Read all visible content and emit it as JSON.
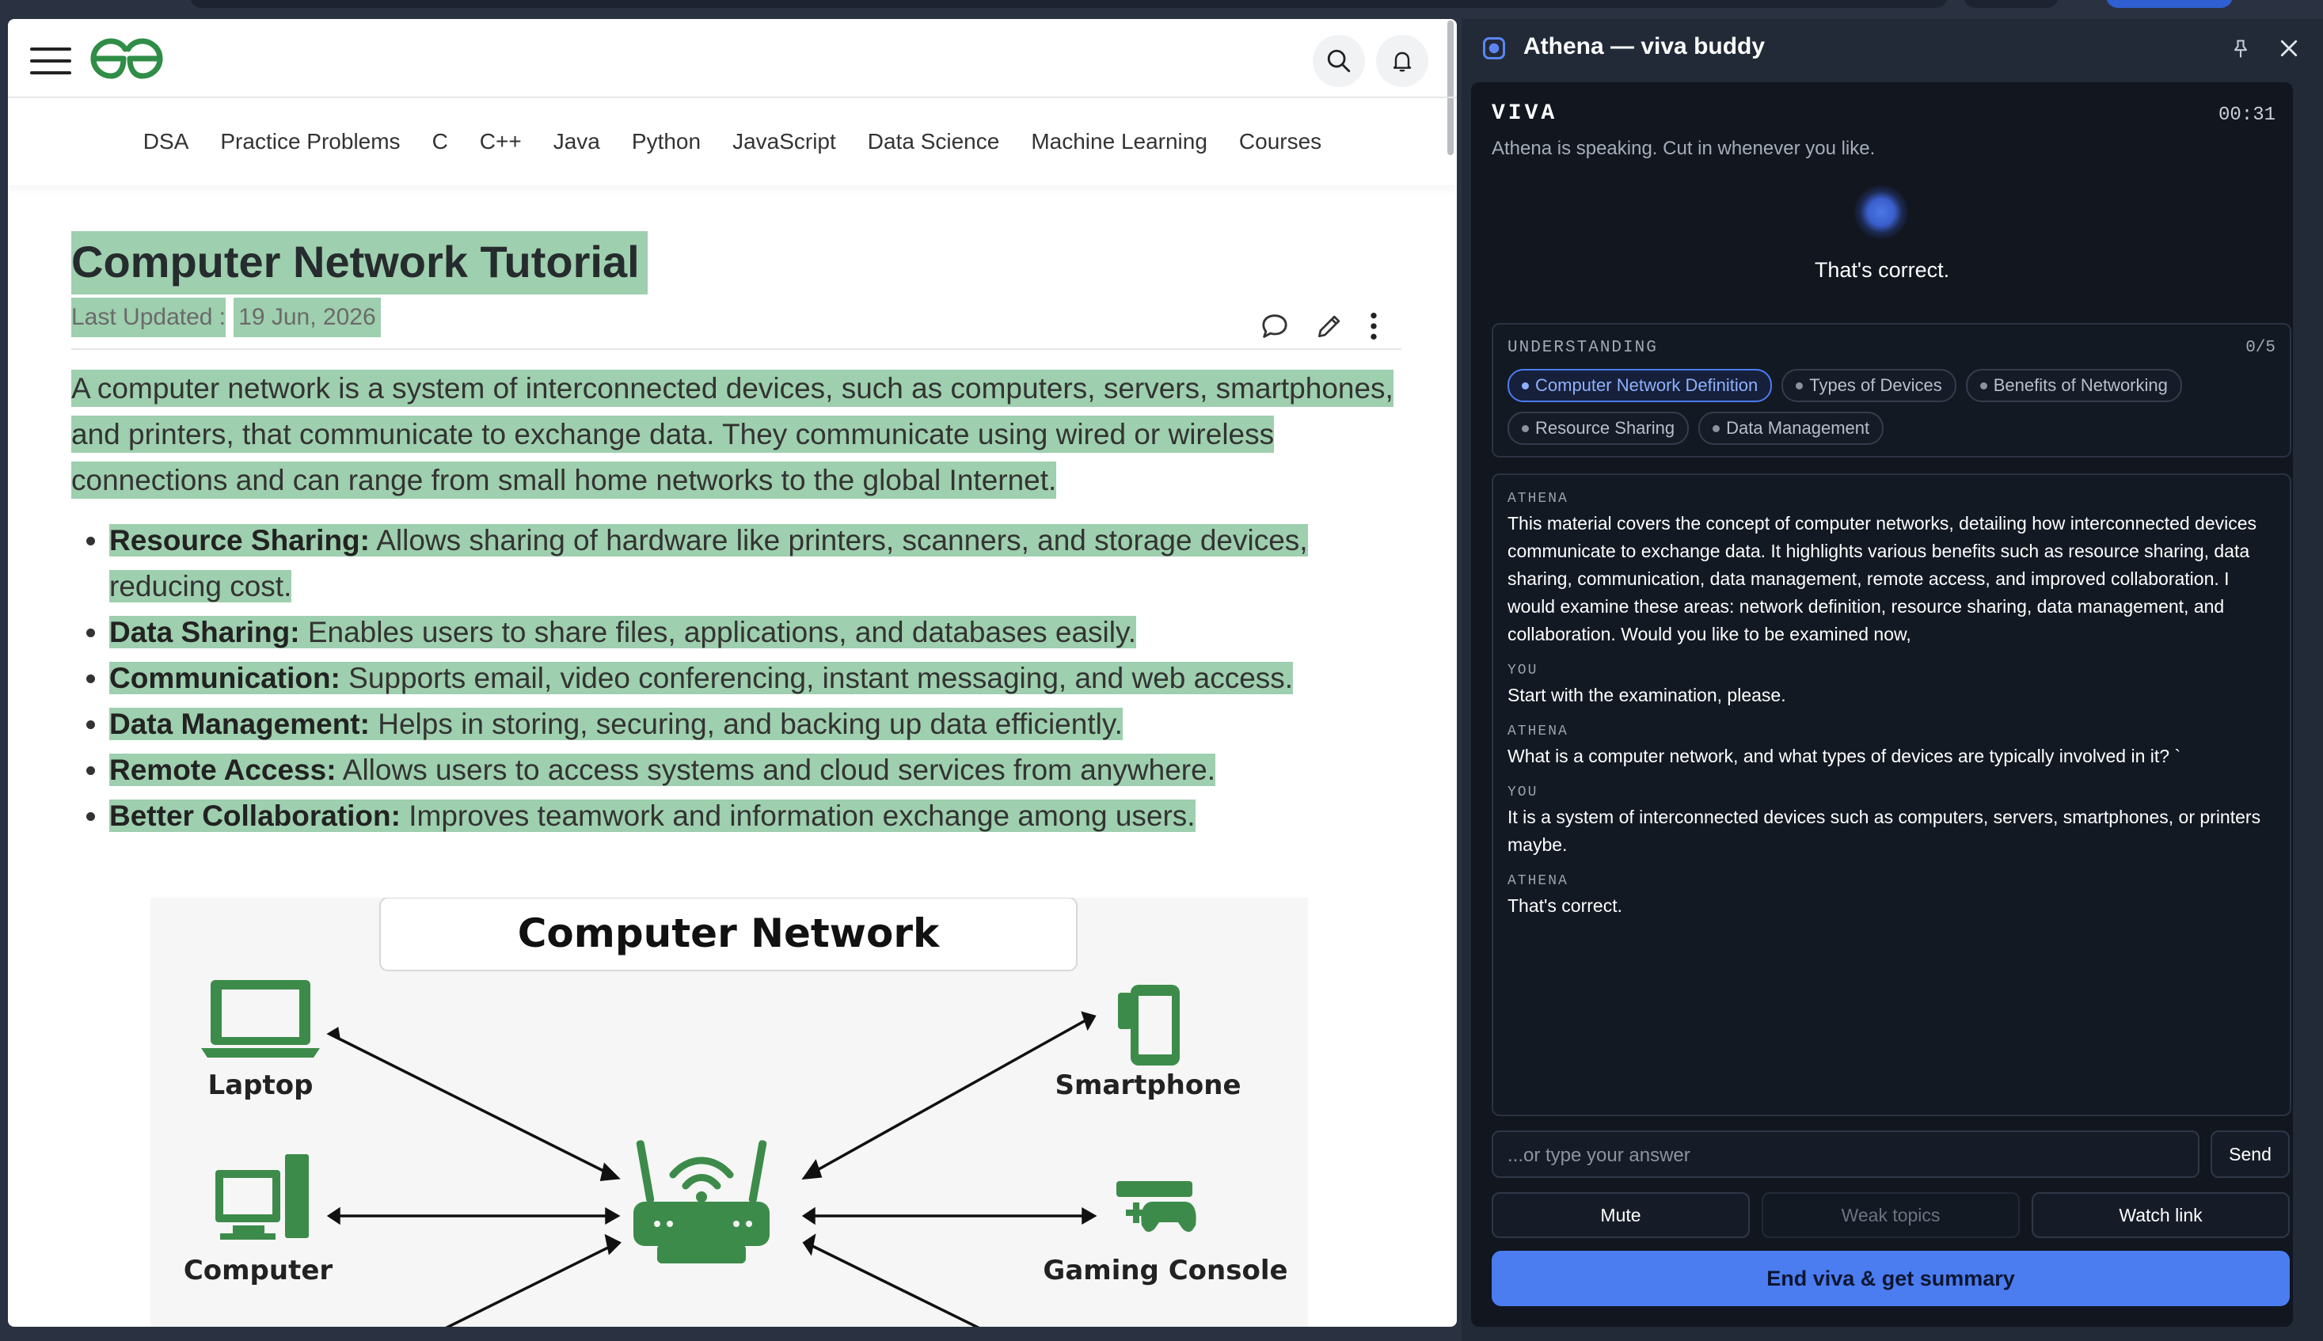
{
  "site": {
    "nav": [
      "DSA",
      "Practice Problems",
      "C",
      "C++",
      "Java",
      "Python",
      "JavaScript",
      "Data Science",
      "Machine Learning",
      "Courses"
    ]
  },
  "article": {
    "title": "Computer Network Tutorial",
    "updated_label": "Last Updated :",
    "updated_date": "19 Jun, 2026",
    "intro_lines": [
      "A computer network is a system of interconnected devices, such as computers, servers, smartphones,",
      "and printers, that communicate to exchange data. They communicate using wired or wireless",
      "connections and can range from small home networks to the global Internet."
    ],
    "bullets": [
      {
        "term": "Resource Sharing:",
        "line1": " Allows sharing of hardware like printers, scanners, and storage devices,",
        "line2": "reducing cost."
      },
      {
        "term": "Data Sharing:",
        "line1": " Enables users to share files, applications, and databases easily.",
        "line2": ""
      },
      {
        "term": "Communication:",
        "line1": " Supports email, video conferencing, instant messaging, and web access.",
        "line2": ""
      },
      {
        "term": "Data Management:",
        "line1": " Helps in storing, securing, and backing up data efficiently.",
        "line2": ""
      },
      {
        "term": "Remote Access:",
        "line1": " Allows users to access systems and cloud services from anywhere.",
        "line2": ""
      },
      {
        "term": "Better Collaboration:",
        "line1": " Improves teamwork and information exchange among users.",
        "line2": ""
      }
    ],
    "diagram": {
      "title": "Computer Network",
      "devices": [
        "Laptop",
        "Smartphone",
        "Computer",
        "Gaming Console"
      ],
      "accent": "#3d8b4a"
    }
  },
  "panel": {
    "title": "Athena — viva buddy",
    "mode_label": "VIVA",
    "timer": "00:31",
    "status": "Athena is speaking. Cut in whenever you like.",
    "speaking_text": "That's correct.",
    "understanding": {
      "label": "UNDERSTANDING",
      "count": "0/5",
      "topics": [
        "Computer Network Definition",
        "Types of Devices",
        "Benefits of Networking",
        "Resource Sharing",
        "Data Management"
      ],
      "active_index": 0
    },
    "transcript": [
      {
        "speaker": "ATHENA",
        "text": "This material covers the concept of computer networks, detailing how interconnected devices communicate to exchange data. It highlights various benefits such as resource sharing, data sharing, communication, data management, remote access, and improved collaboration. I would examine these areas: network definition, resource sharing, data management, and collaboration. Would you like to be examined now,"
      },
      {
        "speaker": "YOU",
        "text": "Start with the examination, please."
      },
      {
        "speaker": "ATHENA",
        "text": "What is a computer network, and what types of devices are typically involved in it? `"
      },
      {
        "speaker": "YOU",
        "text": "It is a system of interconnected devices such as computers, servers, smartphones, or printers maybe."
      },
      {
        "speaker": "ATHENA",
        "text": "That's correct."
      }
    ],
    "answer_placeholder": "...or type your answer",
    "send_label": "Send",
    "mute_label": "Mute",
    "weak_topics_label": "Weak topics",
    "watch_link_label": "Watch link",
    "end_label": "End viva & get summary",
    "accent": "#4b7cf0"
  }
}
